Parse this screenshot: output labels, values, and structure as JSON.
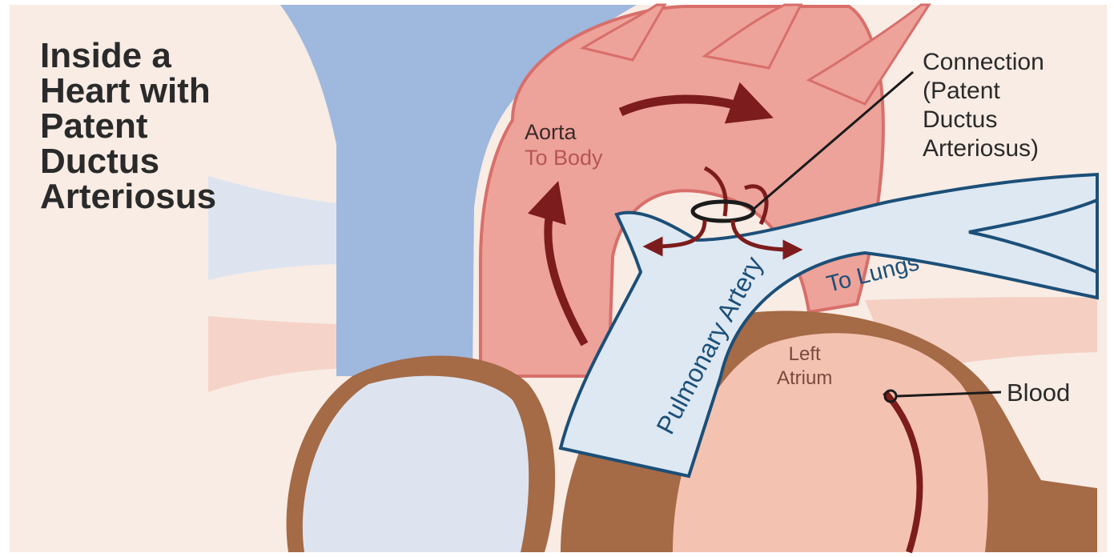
{
  "title_lines": [
    "Inside a",
    "Heart with",
    "Patent",
    "Ductus",
    "Arteriosus"
  ],
  "labels": {
    "aorta": "Aorta",
    "aorta_sub": "To Body",
    "connection_lines": [
      "Connection",
      "(Patent",
      "Ductus",
      "Arteriosus)"
    ],
    "pulmonary_artery": "Pulmonary Artery",
    "to_lungs": "To Lungs",
    "left_atrium_lines": [
      "Left",
      "Atrium"
    ],
    "blood": "Blood"
  },
  "colors": {
    "background": "#f8ece4",
    "vein_blue": "#9fb8de",
    "light_blue": "#dde8f3",
    "aorta_pink": "#eda29a",
    "aorta_outline": "#d86f6a",
    "heart_muscle": "#a56a46",
    "heart_light": "#f4c2b1",
    "arrow_red": "#7d1c1c",
    "pulmonary_outline": "#1c4f78",
    "label_red": "#b75555"
  }
}
